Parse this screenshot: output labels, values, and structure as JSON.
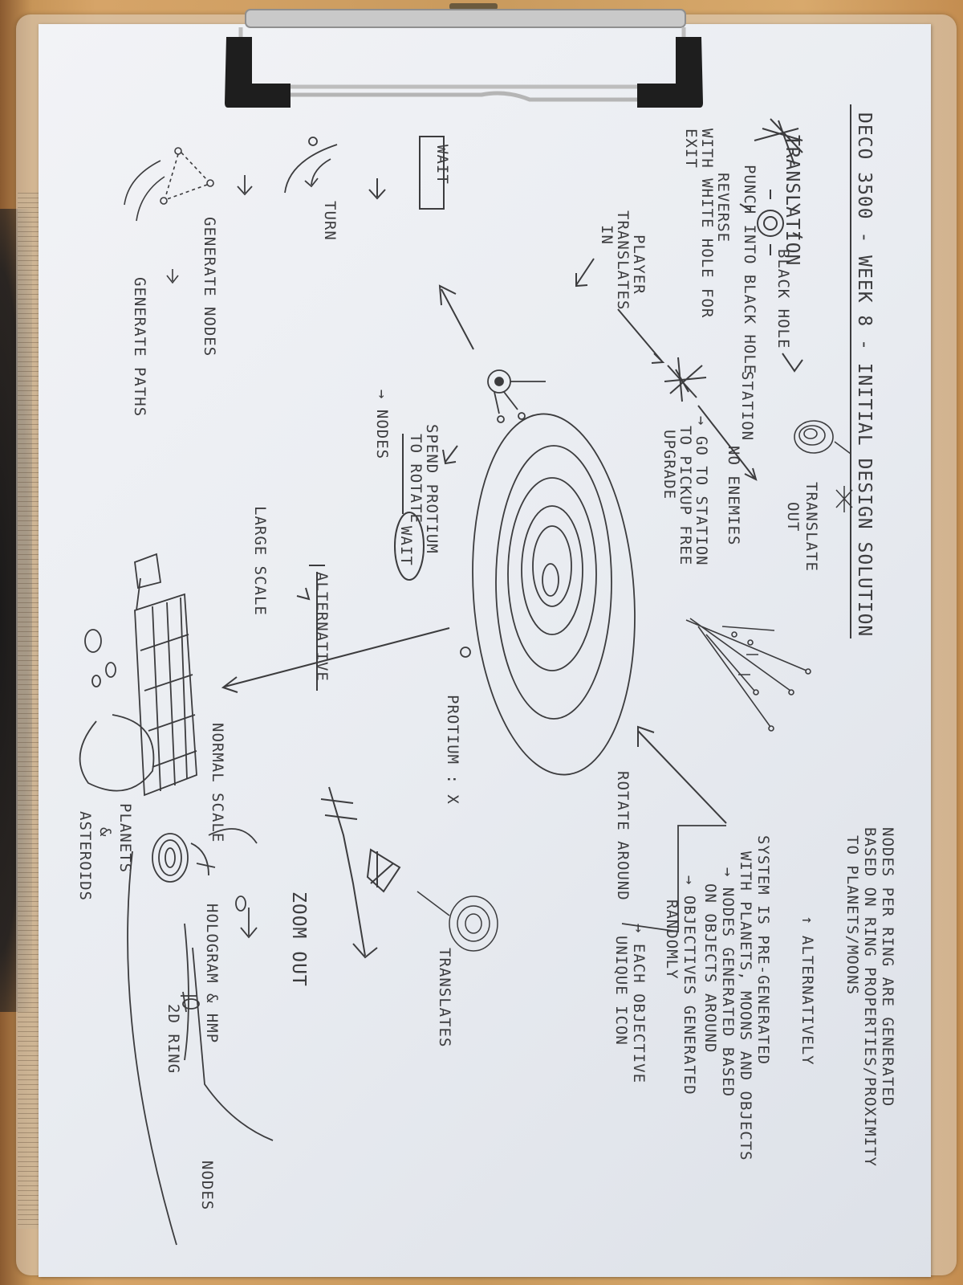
{
  "title": "DECO 3500 - WEEK 8 - INITIAL DESIGN SOLUTION",
  "labels": {
    "translation": "TRANSLATION",
    "black_hole": "BLACK HOLE",
    "punch_in": "PUNCH INTO BLACK HOLE",
    "reverse_1": "REVERSE",
    "reverse_2": "WITH WHITE HOLE FOR",
    "reverse_3": "EXIT",
    "station": "STATION",
    "player_1": "PLAYER",
    "player_2": "TRANSLATES",
    "player_3": "IN",
    "wait_box": "WAIT",
    "turn": "TURN",
    "generate_nodes": "GENERATE NODES",
    "generate_paths": "GENERATE PATHS",
    "nodes_arrow": "→ NODES",
    "spend_1": "SPEND PROTIUM",
    "spend_2": "TO ROTATE",
    "wait_circled": "WAIT",
    "go_1": "→ GO TO STATION",
    "go_2": "TO PICKUP FREE",
    "go_3": "UPGRADE",
    "no_enemies": "NO ENEMIES",
    "translate_out_1": "TRANSLATE",
    "translate_out_2": "OUT",
    "large_scale": "LARGE SCALE",
    "alternative": "ALTERNATIVE",
    "protium": "PROTIUM : X",
    "normal_scale": "NORMAL SCALE",
    "planets_1": "PLANETS",
    "planets_2": "&",
    "planets_3": "ASTEROIDS",
    "rotate_around": "ROTATE AROUND",
    "zoom_out": "ZOOM OUT",
    "hologram": "HOLOGRAM & HMP",
    "ring_2d": "2D RING",
    "translates": "TRANSLATES",
    "nodes_right": "NODES",
    "notes_1": "NODES PER RING ARE GENERATED",
    "notes_2": "BASED ON RING PROPERTIES/PROXIMITY",
    "notes_3": "TO PLANETS/MOONS",
    "alternatively": "↑ ALTERNATIVELY",
    "system_1": "SYSTEM IS PRE-GENERATED",
    "system_2": "WITH PLANETS, MOONS AND OBJECTS",
    "system_3": "→ NODES GENERATED BASED",
    "system_4": "ON OBJECTS AROUND",
    "objectives_1": "→ OBJECTIVES GENERATED",
    "objectives_2": "RANDOMLY",
    "each_1": "→ EACH OBJECTIVE",
    "each_2": "UNIQUE ICON"
  }
}
